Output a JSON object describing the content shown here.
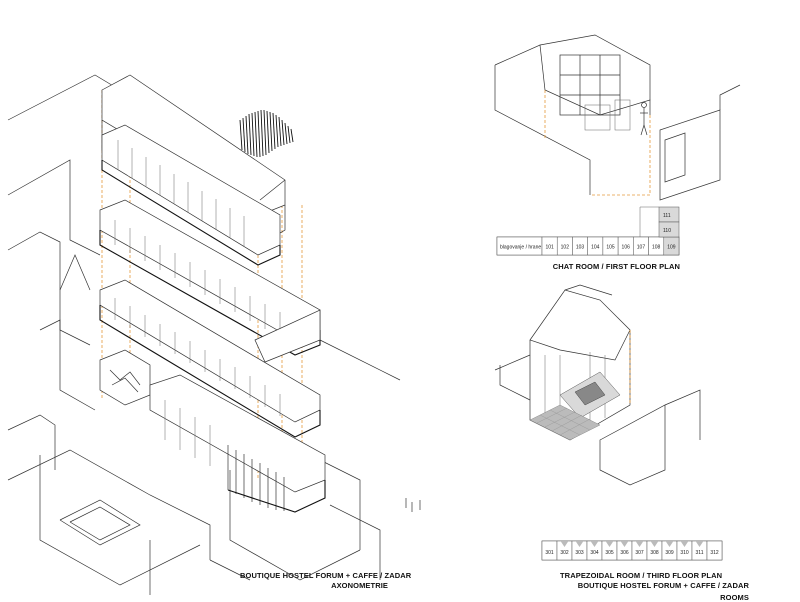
{
  "captions": {
    "axono_title": "BOUTIQUE HOSTEL FORUM + CAFFE / ZADAR",
    "axono_sub": "AXONOMETRIE",
    "chat_room": "CHAT ROOM / FIRST FLOOR PLAN",
    "trap_room": "TRAPEZOIDAL ROOM / THIRD FLOOR PLAN",
    "hostel_title": "BOUTIQUE HOSTEL FORUM + CAFFE / ZADAR",
    "rooms": "ROOMS"
  },
  "first_floor_plan": {
    "dining_label": "blagovanje / hrane",
    "rooms": [
      "101",
      "102",
      "103",
      "104",
      "105",
      "106",
      "107",
      "108",
      "109"
    ],
    "upper_rooms": [
      "111",
      "110"
    ]
  },
  "third_floor_plan": {
    "rooms": [
      "301",
      "302",
      "303",
      "304",
      "305",
      "306",
      "307",
      "308",
      "309",
      "310",
      "311",
      "312"
    ]
  }
}
